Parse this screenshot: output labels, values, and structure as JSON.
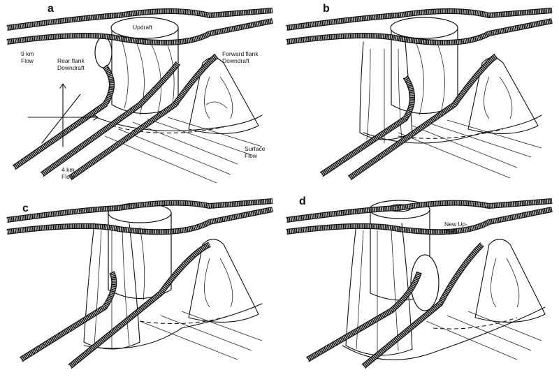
{
  "panels": [
    {
      "letter": "a",
      "labels": {
        "updraft": "Updraft",
        "flow_9km": "9 km\nFlow",
        "rear_flank": "Rear flank\nDowndraft",
        "forward_flank": "Forward flank\nDowndraft",
        "surface_flow": "Surface\nFlow",
        "flow_4km": "4 km\nFlow"
      }
    },
    {
      "letter": "b"
    },
    {
      "letter": "c"
    },
    {
      "letter": "d",
      "labels": {
        "new_updraft": "New Up-\ndraft"
      }
    }
  ]
}
